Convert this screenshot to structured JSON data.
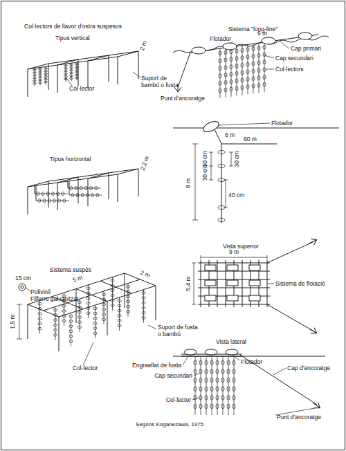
{
  "diagram": {
    "caption": "Segons Koganezawa, 1975",
    "labels": [
      "Col·lectors de llavor d'ostra suspesos",
      "Tipus vertical",
      "2 m",
      "Suport de bambú o fusta",
      "Col·lector",
      "Tipus horizontal",
      "2,2 m",
      "Sistema suspès",
      "15 cm",
      "Polivinil",
      "Filferro galvanitzat",
      "5 m",
      "2 m",
      "1,5 m",
      "Suport de fusta o bambú",
      "Col·lector",
      "Sistema \"long-line\"",
      "Flotador",
      "6 m",
      "Cap primari",
      "Cap secundari",
      "Col·lectors",
      "Punt d'ancoratge",
      "Flotador",
      "6 m",
      "60 m",
      "30 cm",
      "30 cm",
      "30 cm",
      "40 cm",
      "8 m",
      "Vista superior",
      "9 m",
      "5,4 m",
      "Sistema de flotació",
      "Vista lateral",
      "Flotador",
      "Engraellat de fusta",
      "Cap secundari",
      "Col·lector",
      "Cap d'ancoratge",
      "Punt d'ancoratge"
    ]
  }
}
